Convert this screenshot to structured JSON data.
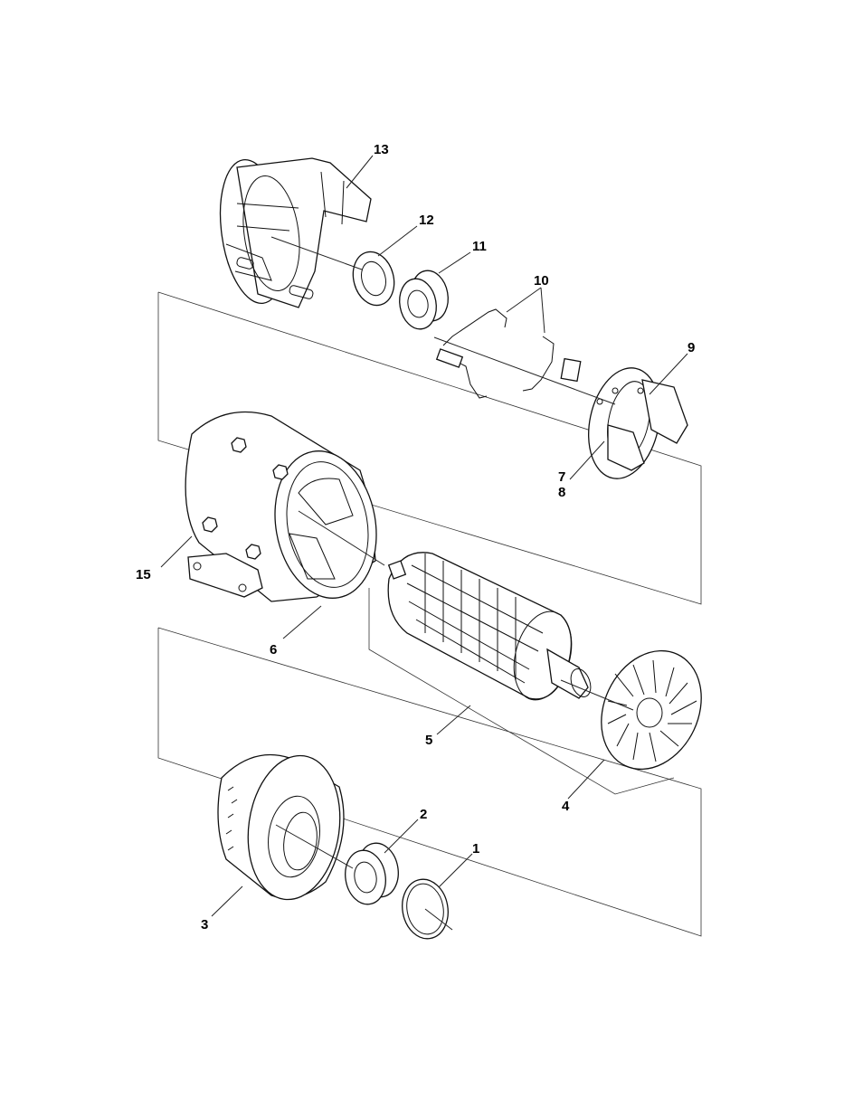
{
  "callouts": [
    {
      "id": "c13",
      "label": "13"
    },
    {
      "id": "c12",
      "label": "12"
    },
    {
      "id": "c11",
      "label": "11"
    },
    {
      "id": "c10",
      "label": "10"
    },
    {
      "id": "c9",
      "label": "9"
    },
    {
      "id": "c7",
      "label": "7"
    },
    {
      "id": "c8",
      "label": "8"
    },
    {
      "id": "c15",
      "label": "15"
    },
    {
      "id": "c6",
      "label": "6"
    },
    {
      "id": "c5",
      "label": "5"
    },
    {
      "id": "c4",
      "label": "4"
    },
    {
      "id": "c3",
      "label": "3"
    },
    {
      "id": "c2",
      "label": "2"
    },
    {
      "id": "c1",
      "label": "1"
    }
  ]
}
